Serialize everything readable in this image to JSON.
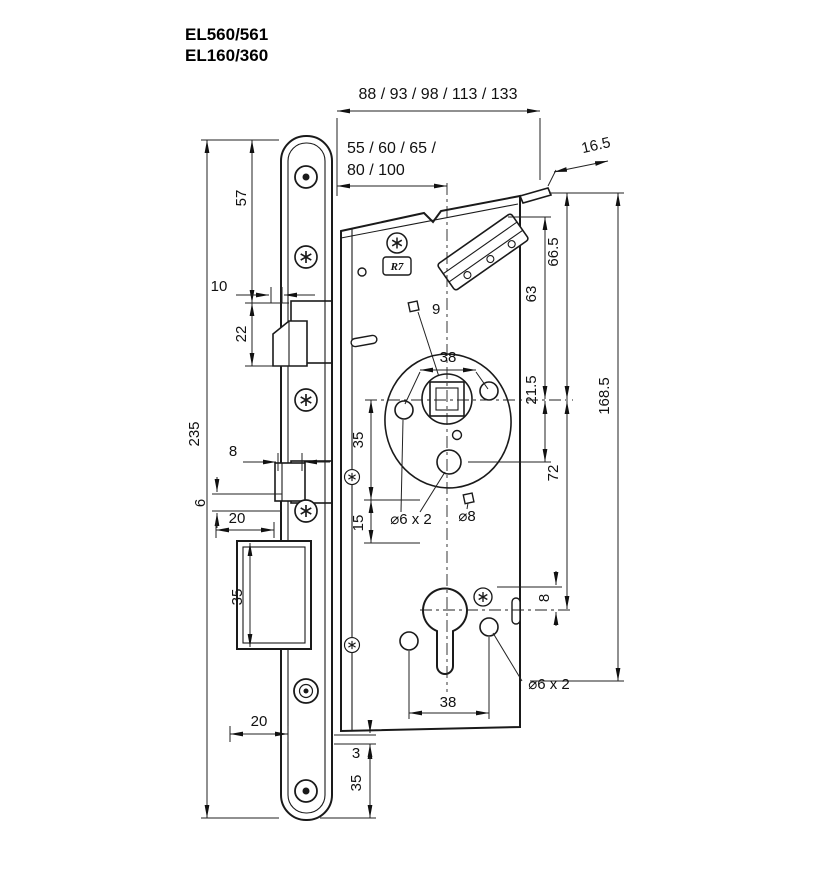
{
  "product": {
    "model_line1": "EL560/561",
    "model_line2": "EL160/360"
  },
  "logo_text": "R7",
  "colors": {
    "ink": "#1a1a1a",
    "background": "#ffffff"
  },
  "dimensions": {
    "top_width_options": "88 / 93 / 98 / 113 / 133",
    "backset_line1": "55 / 60 / 65 /",
    "backset_line2": "80 / 100",
    "dim_16_5": "16.5",
    "dim_57": "57",
    "dim_10": "10",
    "dim_22": "22",
    "dim_235": "235",
    "dim_9": "9",
    "dim_38_mid": "38",
    "dim_63": "63",
    "dim_66_5": "66.5",
    "dim_21_5": "21.5",
    "dim_168_5": "168.5",
    "dim_35_mid": "35",
    "dim_15": "15",
    "dim_8_left": "8",
    "dim_6": "6",
    "dim_20_left": "20",
    "dim_35_deadbolt": "35",
    "label_dia6_mid": "⌀6 x 2",
    "label_dia8": "⌀8",
    "dim_72": "72",
    "dim_8_right": "8",
    "dim_20_bottom": "20",
    "dim_38_bottom": "38",
    "label_dia6_bottom": "⌀6 x 2",
    "dim_3": "3",
    "dim_35_bottom": "35"
  }
}
